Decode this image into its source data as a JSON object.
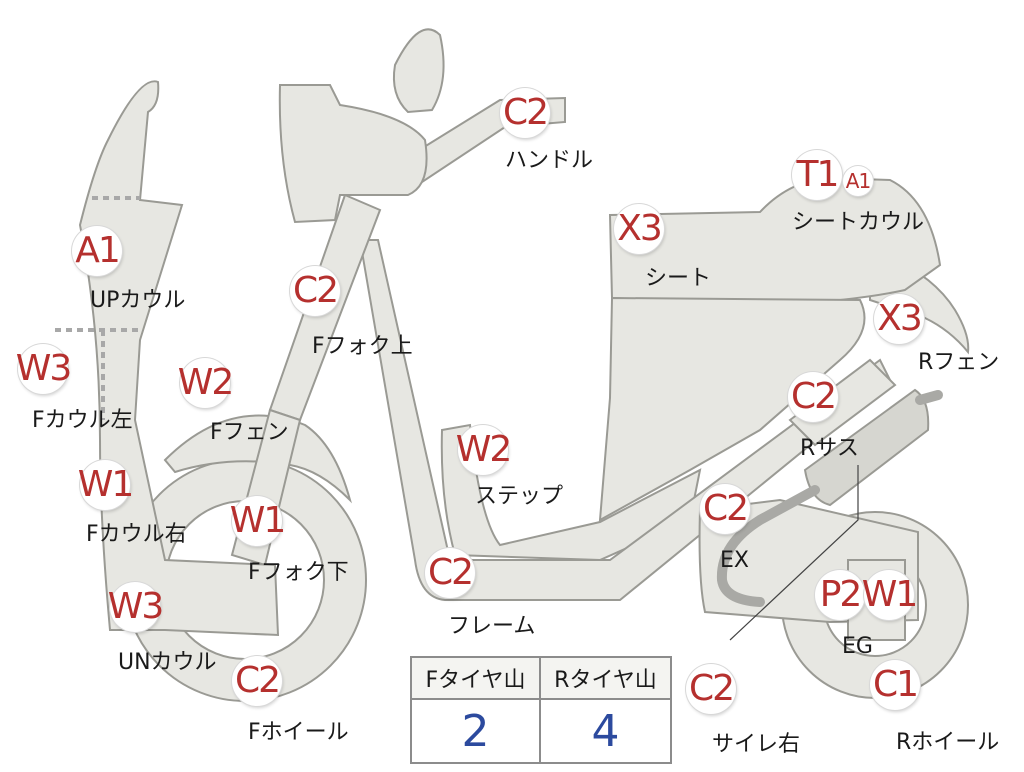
{
  "colors": {
    "grade_text": "#b5302e",
    "tire_value": "#2c4a9e"
  },
  "parts": [
    {
      "id": "up-cowl",
      "grades": [
        "A1"
      ],
      "label": "UPカウル"
    },
    {
      "id": "f-cowl-left",
      "grades": [
        "W3"
      ],
      "label": "Fカウル左"
    },
    {
      "id": "f-cowl-right",
      "grades": [
        "W1"
      ],
      "label": "Fカウル右"
    },
    {
      "id": "un-cowl",
      "grades": [
        "W3"
      ],
      "label": "UNカウル"
    },
    {
      "id": "f-wheel",
      "grades": [
        "C2"
      ],
      "label": "Fホイール"
    },
    {
      "id": "f-fender",
      "grades": [
        "W2"
      ],
      "label": "Fフェン"
    },
    {
      "id": "f-fork-upper",
      "grades": [
        "C2"
      ],
      "label": "Fフォク上"
    },
    {
      "id": "f-fork-lower",
      "grades": [
        "W1"
      ],
      "label": "Fフォク下"
    },
    {
      "id": "handle",
      "grades": [
        "C2"
      ],
      "label": "ハンドル"
    },
    {
      "id": "step",
      "grades": [
        "W2"
      ],
      "label": "ステップ"
    },
    {
      "id": "frame",
      "grades": [
        "C2"
      ],
      "label": "フレーム"
    },
    {
      "id": "seat",
      "grades": [
        "X3"
      ],
      "label": "シート"
    },
    {
      "id": "seat-cowl",
      "grades": [
        "T1",
        "A1"
      ],
      "label": "シートカウル"
    },
    {
      "id": "r-fender",
      "grades": [
        "X3"
      ],
      "label": "Rフェン"
    },
    {
      "id": "r-sus",
      "grades": [
        "C2"
      ],
      "label": "Rサス"
    },
    {
      "id": "ex",
      "grades": [
        "C2"
      ],
      "label": "EX"
    },
    {
      "id": "eg",
      "grades": [
        "P2",
        "W1"
      ],
      "label": "EG"
    },
    {
      "id": "r-wheel",
      "grades": [
        "C1"
      ],
      "label": "Rホイール"
    },
    {
      "id": "silencer-right",
      "grades": [
        "C2"
      ],
      "label": "サイレ右"
    }
  ],
  "tire_tread": {
    "headers": [
      "Fタイヤ山",
      "Rタイヤ山"
    ],
    "values": [
      "2",
      "4"
    ]
  }
}
